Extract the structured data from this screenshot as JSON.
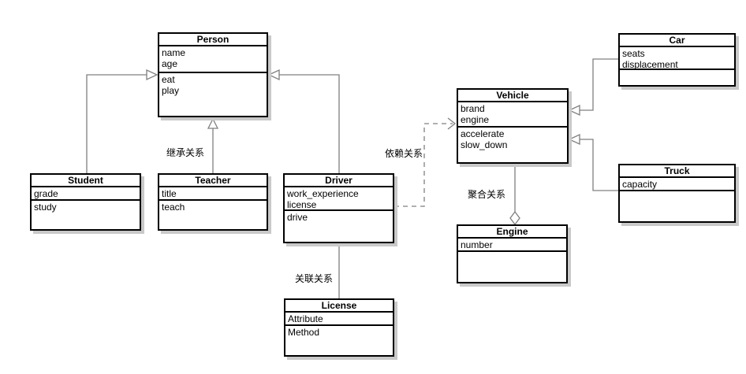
{
  "classes": {
    "person": {
      "name": "Person",
      "attributes": [
        "name",
        "age"
      ],
      "methods": [
        "eat",
        "play"
      ]
    },
    "student": {
      "name": "Student",
      "attributes": [
        "grade"
      ],
      "methods": [
        "study"
      ]
    },
    "teacher": {
      "name": "Teacher",
      "attributes": [
        "title"
      ],
      "methods": [
        "teach"
      ]
    },
    "driver": {
      "name": "Driver",
      "attributes": [
        "work_experience",
        "license"
      ],
      "methods": [
        "drive"
      ]
    },
    "license": {
      "name": "License",
      "attributes": [
        "Attribute"
      ],
      "methods": [
        "Method"
      ]
    },
    "vehicle": {
      "name": "Vehicle",
      "attributes": [
        "brand",
        "engine"
      ],
      "methods": [
        "accelerate",
        "slow_down"
      ]
    },
    "engine": {
      "name": "Engine",
      "attributes": [
        "number"
      ],
      "methods": []
    },
    "car": {
      "name": "Car",
      "attributes": [
        "seats",
        "displacement"
      ],
      "methods": []
    },
    "truck": {
      "name": "Truck",
      "attributes": [
        "capacity"
      ],
      "methods": []
    }
  },
  "relationships": [
    {
      "type": "inheritance",
      "from": "Student",
      "to": "Person",
      "label": ""
    },
    {
      "type": "inheritance",
      "from": "Teacher",
      "to": "Person",
      "label": "继承关系"
    },
    {
      "type": "inheritance",
      "from": "Driver",
      "to": "Person",
      "label": ""
    },
    {
      "type": "inheritance",
      "from": "Car",
      "to": "Vehicle",
      "label": ""
    },
    {
      "type": "inheritance",
      "from": "Truck",
      "to": "Vehicle",
      "label": ""
    },
    {
      "type": "dependency",
      "from": "Driver",
      "to": "Vehicle",
      "label": "依赖关系"
    },
    {
      "type": "aggregation",
      "from": "Engine",
      "to": "Vehicle",
      "label": "聚合关系"
    },
    {
      "type": "association",
      "from": "Driver",
      "to": "License",
      "label": "关联关系"
    }
  ],
  "colors": {
    "background": "#ffffff",
    "box_fill": "#ffffff",
    "box_border": "#000000",
    "edge_line": "#808080",
    "shadow": "#c9c9c9",
    "text": "#000000"
  }
}
